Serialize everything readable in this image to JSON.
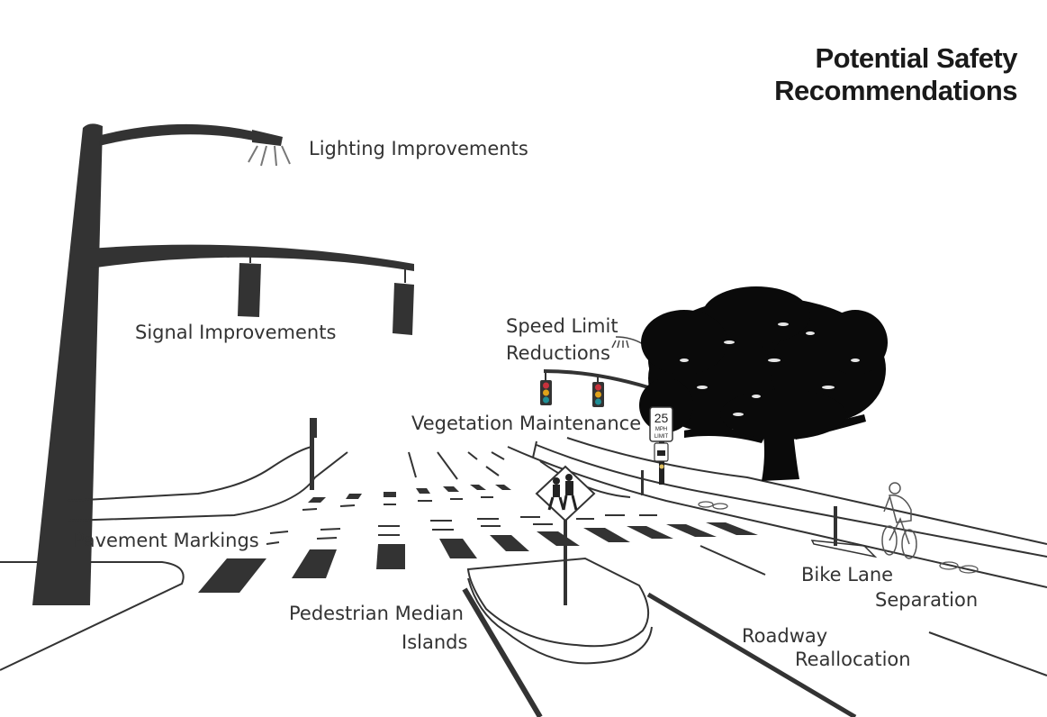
{
  "title": {
    "line1": "Potential Safety",
    "line2": "Recommendations"
  },
  "labels": {
    "lighting": "Lighting Improvements",
    "signal": "Signal Improvements",
    "speed_line1": "Speed Limit",
    "speed_line2": "Reductions",
    "vegetation": "Vegetation Maintenance",
    "pavement": "Pavement Markings",
    "median_line1": "Pedestrian Median",
    "median_line2": "Islands",
    "bike_line1": "Bike Lane",
    "bike_line2": "Separation",
    "roadway_line1": "Roadway",
    "roadway_line2": "Reallocation"
  },
  "speed_sign": {
    "number": "25",
    "unit": "MPH",
    "word": "LIMIT"
  },
  "colors": {
    "ink": "#333333",
    "tree": "#0a0a0a",
    "signal_red": "#c8323c",
    "signal_yellow": "#e0a21a",
    "signal_green": "#1f8f96"
  }
}
